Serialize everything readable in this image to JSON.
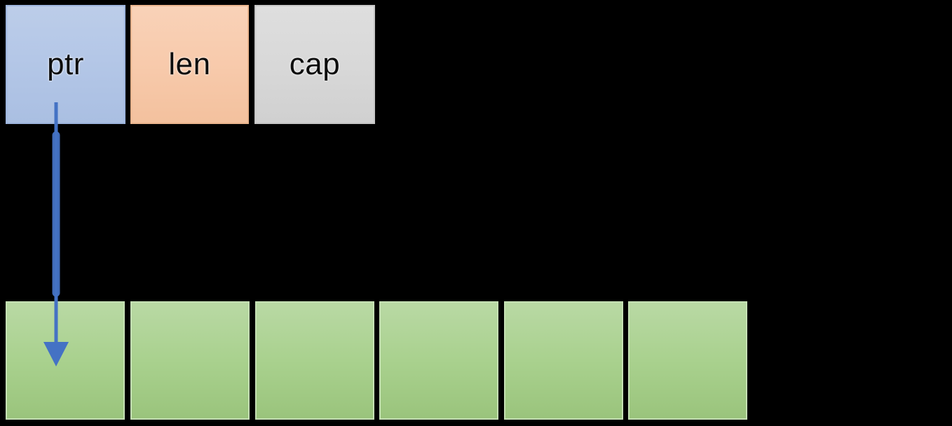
{
  "diagram": {
    "description": "Memory layout diagram: a struct of three fields with a pointer arrow into a row of heap cells",
    "background": "#000000",
    "struct": {
      "fields": [
        {
          "label": "ptr",
          "fill": "#b4c7e7"
        },
        {
          "label": "len",
          "fill": "#f8cbad"
        },
        {
          "label": "cap",
          "fill": "#d9d9d9"
        }
      ]
    },
    "arrow": {
      "from": "ptr-field",
      "to": "first-heap-cell",
      "direction": "down",
      "color": "#4472c4"
    },
    "heap": {
      "count": 6,
      "fill": "#a9d18e",
      "border": "#c5e0b4",
      "cell_lefts": [
        8,
        186,
        364,
        541,
        719,
        896
      ]
    },
    "colors": {
      "bg": "#000000",
      "ptr_fill": "#b4c7e7",
      "len_fill": "#f8cbad",
      "cap_fill": "#d9d9d9",
      "heap_fill": "#a9d18e",
      "heap_border": "#c5e0b4",
      "arrow_color": "#4472c4"
    }
  }
}
